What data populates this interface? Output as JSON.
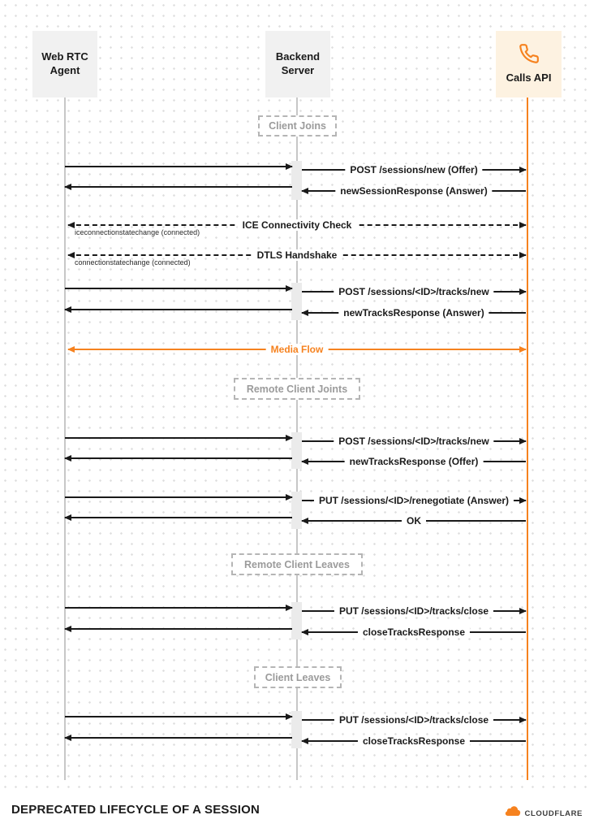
{
  "actors": {
    "web_rtc_agent": "Web RTC Agent",
    "backend_server": "Backend Server",
    "calls_api": "Calls API"
  },
  "phases": {
    "client_joins": "Client Joins",
    "remote_client_joins": "Remote Client Joints",
    "remote_client_leaves": "Remote Client Leaves",
    "client_leaves": "Client Leaves"
  },
  "messages": {
    "post_sessions_new": "POST /sessions/new (Offer)",
    "new_session_response": "newSessionResponse (Answer)",
    "ice_check": "ICE Connectivity Check",
    "ice_note": "iceconnectionstatechange (connected)",
    "dtls_handshake": "DTLS Handshake",
    "dtls_note": "connectionstatechange (connected)",
    "post_tracks_new_1": "POST /sessions/<ID>/tracks/new",
    "new_tracks_response_answer": "newTracksResponse (Answer)",
    "media_flow": "Media Flow",
    "post_tracks_new_2": "POST /sessions/<ID>/tracks/new",
    "new_tracks_response_offer": "newTracksResponse (Offer)",
    "put_renegotiate": "PUT /sessions/<ID>/renegotiate (Answer)",
    "ok": "OK",
    "put_tracks_close_1": "PUT /sessions/<ID>/tracks/close",
    "close_tracks_response_1": "closeTracksResponse",
    "put_tracks_close_2": "PUT /sessions/<ID>/tracks/close",
    "close_tracks_response_2": "closeTracksResponse"
  },
  "footer": {
    "title": "DEPRECATED LIFECYCLE OF A SESSION",
    "brand": "CLOUDFLARE"
  },
  "colors": {
    "accent": "#f6821f",
    "line": "#1a1a1a",
    "lifeline": "#c7c7c7",
    "actor_bg": "#f1f1f1",
    "calls_bg": "#fdf2e1"
  }
}
